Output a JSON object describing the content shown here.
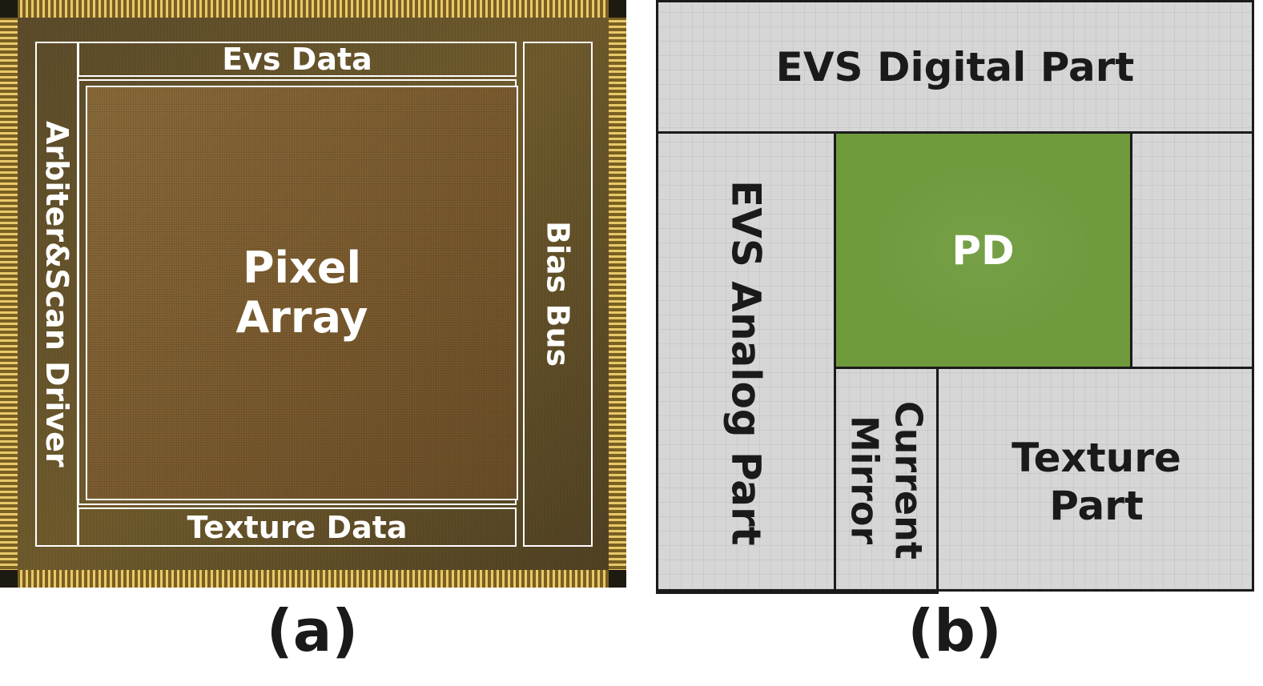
{
  "panel_a": {
    "evs_data": "Evs Data",
    "texture_data": "Texture Data",
    "arbiter_scan_driver": "Arbiter&Scan Driver",
    "bias_bus": "Bias Bus",
    "pixel_array_line1": "Pixel",
    "pixel_array_line2": "Array",
    "caption": "(a)"
  },
  "panel_b": {
    "evs_digital_part": "EVS Digital Part",
    "evs_analog_part": "EVS Analog Part",
    "pd": "PD",
    "current_mirror_line1": "Current",
    "current_mirror_line2": "Mirror",
    "texture_part_line1": "Texture",
    "texture_part_line2": "Part",
    "caption": "(b)"
  },
  "colors": {
    "chip_bg": "#6e5a2c",
    "pixel_array": "#7a5a2e",
    "pd_green": "#6e9a3c",
    "layout_gray": "#d6d6d6",
    "outline": "#1a1a1a"
  }
}
